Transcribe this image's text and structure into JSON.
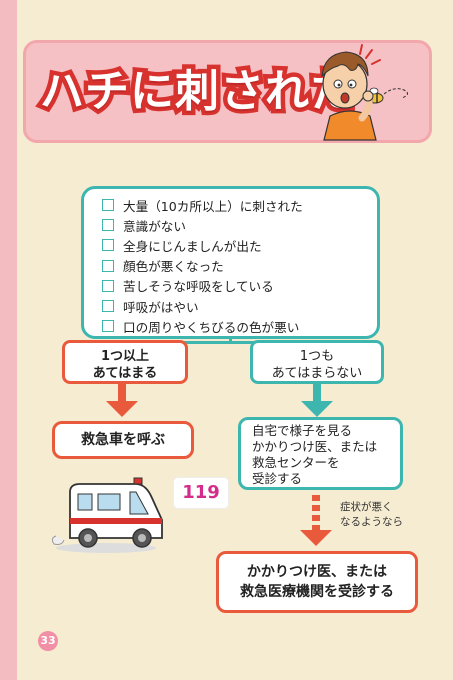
{
  "title": {
    "main": "ハチに刺された"
  },
  "checklist": {
    "items": [
      "大量（10カ所以上）に刺された",
      "意識がない",
      "全身にじんましんが出た",
      "顔色が悪くなった",
      "苦しそうな呼吸をしている",
      "呼吸がはやい",
      "口の周りやくちびるの色が悪い"
    ]
  },
  "branch_yes": {
    "line1": "1つ以上",
    "line2": "あてはまる"
  },
  "branch_no": {
    "line1": "1つも",
    "line2": "あてはまらない"
  },
  "action_ambulance": "救急車を呼ぶ",
  "emergency_number": "119",
  "action_home": {
    "line1": "自宅で様子を見る",
    "line2": "かかりつけ医、または",
    "line3": "救急センターを",
    "line4": "受診する"
  },
  "condition_worse": {
    "line1": "症状が悪く",
    "line2": "なるようなら"
  },
  "action_hospital": {
    "line1": "かかりつけ医、または",
    "line2": "救急医療機関を受診する"
  },
  "page_number": "33",
  "colors": {
    "teal": "#3eb6b0",
    "red": "#e95a3c",
    "title_red": "#d8322f",
    "pink": "#f6c1c4"
  }
}
